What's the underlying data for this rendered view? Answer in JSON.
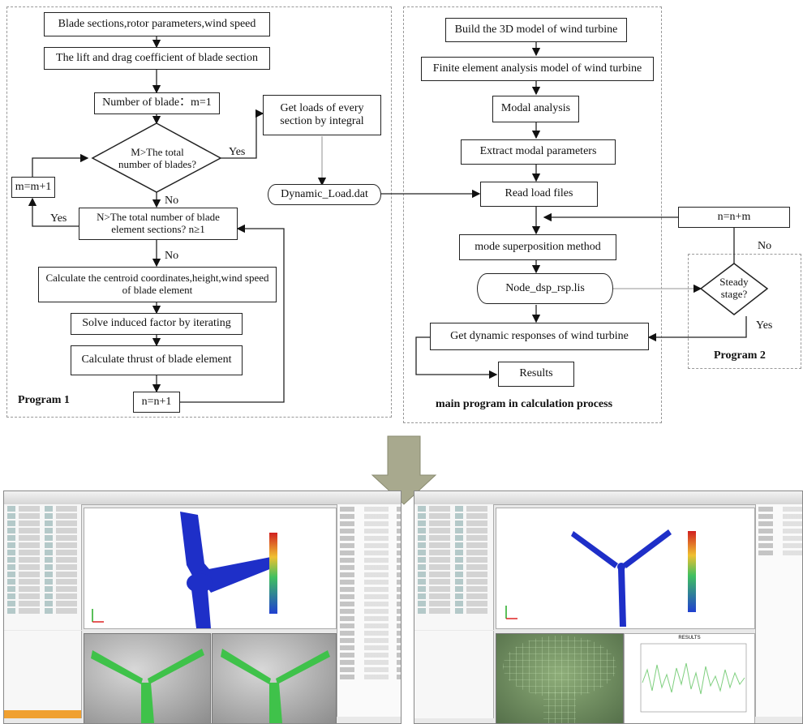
{
  "program1": {
    "label": "Program 1",
    "steps": {
      "blade_sections": "Blade sections,rotor parameters,wind speed",
      "lift_drag": "The lift and drag coefficient of blade section",
      "number_of_blade": "Number of blade：m=1",
      "decision_m": "M>The total number of blades?",
      "yes_m": "Yes",
      "no_m": "No",
      "get_loads": "Get loads of every section by integral",
      "m_increment": "m=m+1",
      "yes_n": "Yes",
      "decision_n": "N>The total number of blade element sections? n≥1",
      "no_n": "No",
      "centroid": "Calculate the  centroid coordinates,height,wind speed of blade element",
      "induced": "Solve induced factor by iterating",
      "thrust": "Calculate thrust of blade element",
      "n_increment": "n=n+1"
    }
  },
  "main_program": {
    "label": "main program in calculation process",
    "steps": {
      "build_3d": "Build the 3D model of wind turbine",
      "fea_model": "Finite element analysis model of wind turbine",
      "modal": "Modal analysis",
      "extract": "Extract modal parameters",
      "read_load": "Read load files",
      "mode_superposition": "mode superposition method",
      "node_file": "Node_dsp_rsp.lis",
      "responses": "Get dynamic responses of wind turbine",
      "results": "Results"
    }
  },
  "dynamic_load_file": "Dynamic_Load.dat",
  "program2": {
    "label": "Program 2",
    "n_update": "n=n+m",
    "decision": "Steady stage?",
    "no": "No",
    "yes": "Yes"
  },
  "colors": {
    "arrow_fill": "#a8a98e",
    "turbine_blade": "#1e2fc8",
    "mesh_green": "#3fc24a",
    "chart_line": "#7fcf7f",
    "toolbar_orange": "#f0a030"
  },
  "screenshots": {
    "left": {
      "icon": "fea-software-screenshot-left"
    },
    "right": {
      "icon": "fea-software-screenshot-right",
      "chart_title": "RESULTS"
    }
  }
}
